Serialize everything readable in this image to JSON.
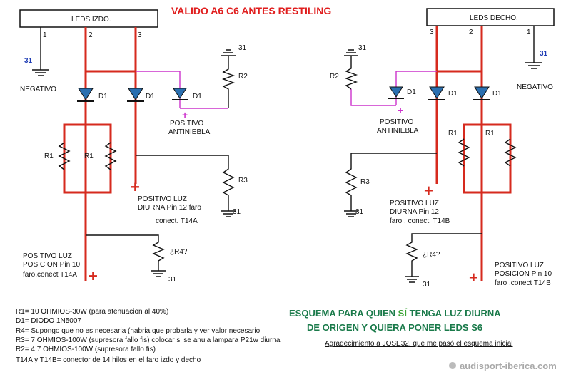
{
  "title": "VALIDO A6 C6 ANTES RESTILING",
  "left": {
    "connector_label": "LEDS IZDO.",
    "pins": [
      "1",
      "2",
      "3"
    ],
    "ground_num": "31",
    "ground_label": "NEGATIVO",
    "diode_label": "D1",
    "r1_label": "R1",
    "r2_label": "R2",
    "r2_ground": "31",
    "r3_label": "R3",
    "r3_ground": "31",
    "r4_label": "¿R4?",
    "r4_ground": "31",
    "fog_label_1": "POSITIVO",
    "fog_label_2": "ANTINIEBLA",
    "drl_label_1": "POSITIVO LUZ",
    "drl_label_2": "DIURNA Pin 12 faro",
    "drl_label_3": "conect. T14A",
    "pos_label_1": "POSITIVO LUZ",
    "pos_label_2": "POSICION Pin 10",
    "pos_label_3": "faro,conect T14A",
    "plus": "+"
  },
  "right": {
    "connector_label": "LEDS DECHO.",
    "pins": [
      "3",
      "2",
      "1"
    ],
    "ground_num": "31",
    "ground_label": "NEGATIVO",
    "diode_label": "D1",
    "r1_label": "R1",
    "r2_label": "R2",
    "r2_ground": "31",
    "r3_label": "R3",
    "r3_ground": "31",
    "r4_label": "¿R4?",
    "r4_ground": "31",
    "fog_label_1": "POSITIVO",
    "fog_label_2": "ANTINIEBLA",
    "drl_label_1": "POSITIVO LUZ",
    "drl_label_2": "DIURNA Pin 12",
    "drl_label_3": "faro , conect. T14B",
    "pos_label_1": "POSITIVO LUZ",
    "pos_label_2": "POSICION Pin 10",
    "pos_label_3": "faro  ,conect T14B",
    "plus": "+"
  },
  "legend": [
    "R1= 10 OHMIOS-30W  (para atenuacion al 40%)",
    "D1=  DIODO 1N5007",
    "R4= Supongo que no es necesaria (habria que probarla y ver valor necesario",
    "R3= 7 OHMIOS-100W (supresora fallo fis) colocar si se anula lampara P21w diurna",
    "R2= 4,7 OHMIOS-100W (supresora fallo fis)",
    "T14A y T14B= conector de 14 hilos en el faro izdo y decho"
  ],
  "headline": {
    "line1_a": "ESQUEMA PARA QUIEN ",
    "line1_b": "SÍ",
    "line1_c": " TENGA LUZ DIURNA",
    "line2": "DE ORIGEN Y QUIERA PONER LEDS S6"
  },
  "thanks": "Agradecimiento a JOSE32, que me pasó el esquema inicial",
  "watermark": "audisport-iberica.com",
  "colors": {
    "wire_red": "#d62a1e",
    "wire_magenta": "#cc33cc",
    "title_red": "#e01e1e",
    "headline_green": "#1a7a4a",
    "headline_accent": "#3aa335",
    "ground_num_blue": "#1e3cb4"
  }
}
